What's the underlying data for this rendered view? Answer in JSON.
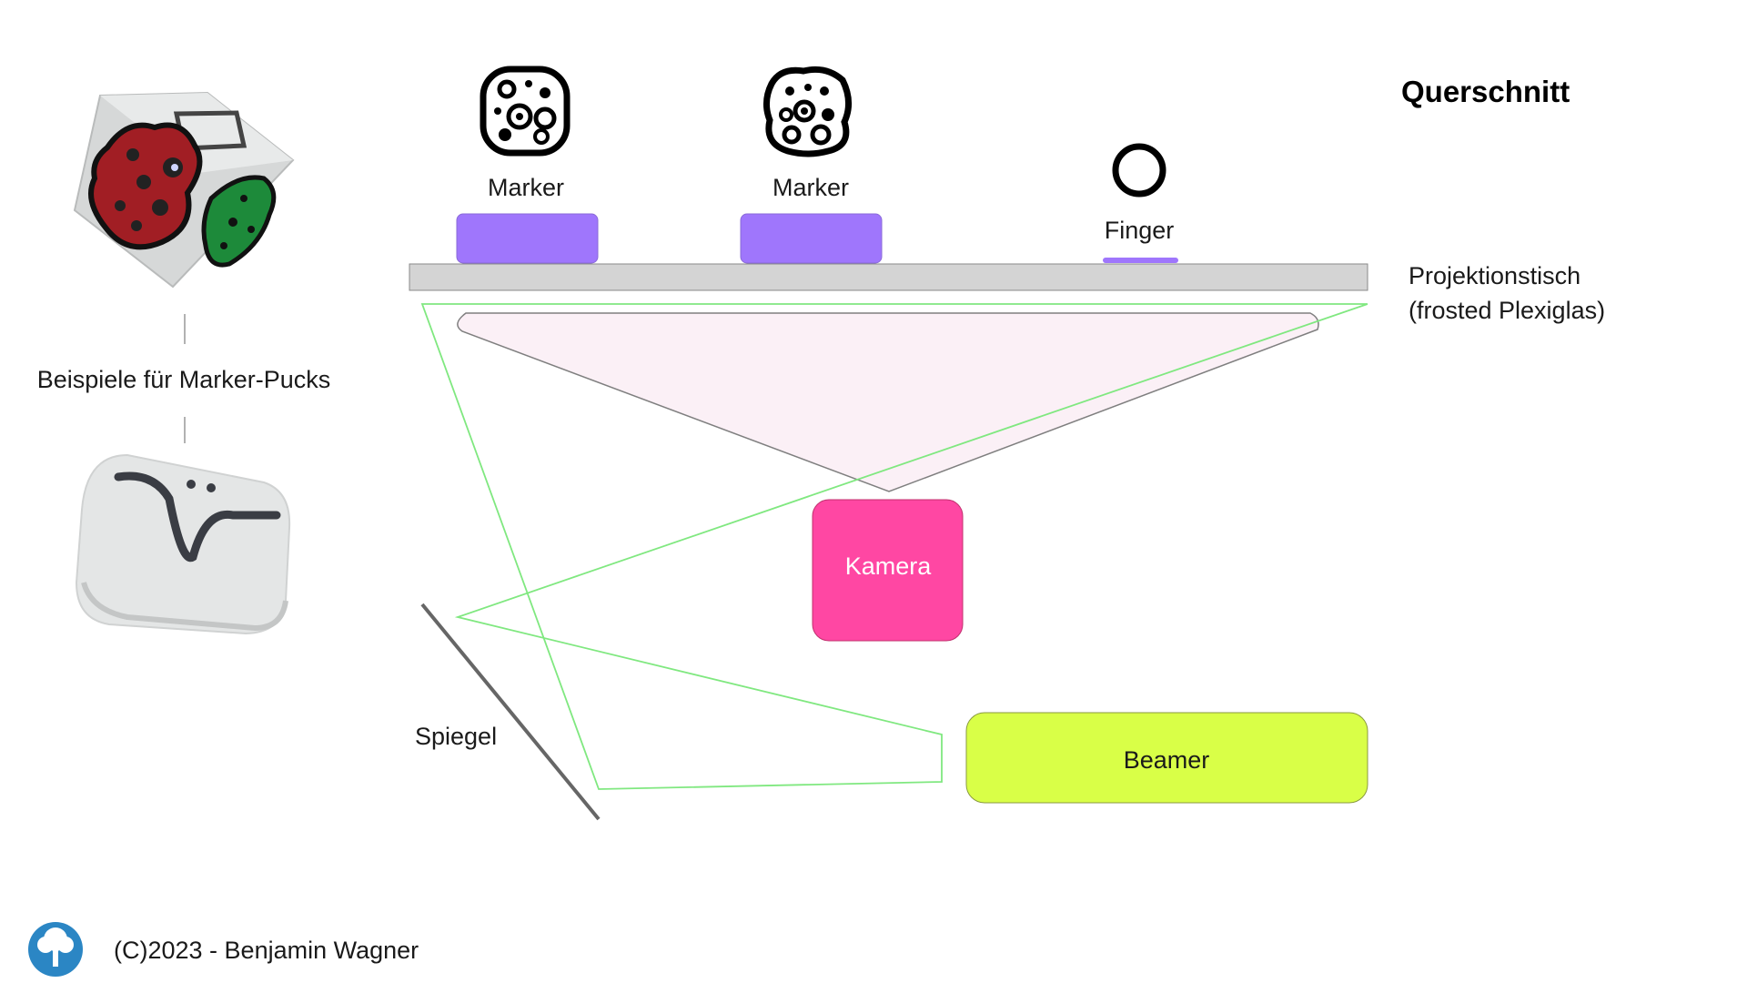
{
  "diagram": {
    "title": "Querschnitt",
    "marker_label_1": "Marker",
    "marker_label_2": "Marker",
    "finger_label": "Finger",
    "table_label_line1": "Projektionstisch",
    "table_label_line2": "(frosted Plexiglas)",
    "camera_label": "Kamera",
    "beamer_label": "Beamer",
    "mirror_label": "Spiegel",
    "pucks_caption": "Beispiele für Marker-Pucks",
    "copyright": "(C)2023 - Benjamin Wagner"
  },
  "colors": {
    "marker_block": "#9f76fc",
    "camera": "#ff47a3",
    "beamer": "#d9ff47",
    "light_path": "#80e880",
    "table": "#d4d4d4",
    "logo": "#2b86c4"
  },
  "icons": {
    "marker_symbols": "reactivision-fiducial-icon",
    "finger": "finger-circle-icon",
    "logo": "tree-logo-icon",
    "cube_puck": "cube-marker-puck-image",
    "round_puck": "round-marker-puck-image"
  }
}
